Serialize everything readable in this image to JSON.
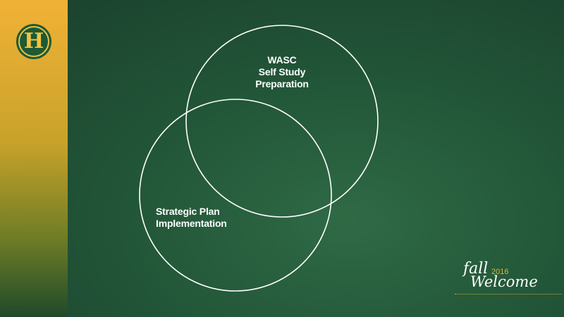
{
  "slide": {
    "logo_letter": "H",
    "colors": {
      "background": "#225638",
      "sidebar_gold": "#f1b236",
      "circle_stroke": "#ffffff",
      "accent_gold": "#e0b43a"
    }
  },
  "venn": {
    "sets": [
      {
        "label_lines": [
          "WASC",
          "Self Study",
          "Preparation"
        ]
      },
      {
        "label_lines": [
          "Strategic Plan",
          "Implementation"
        ]
      }
    ]
  },
  "branding": {
    "word_top": "fall",
    "year": "2016",
    "word_bottom": "Welcome"
  }
}
